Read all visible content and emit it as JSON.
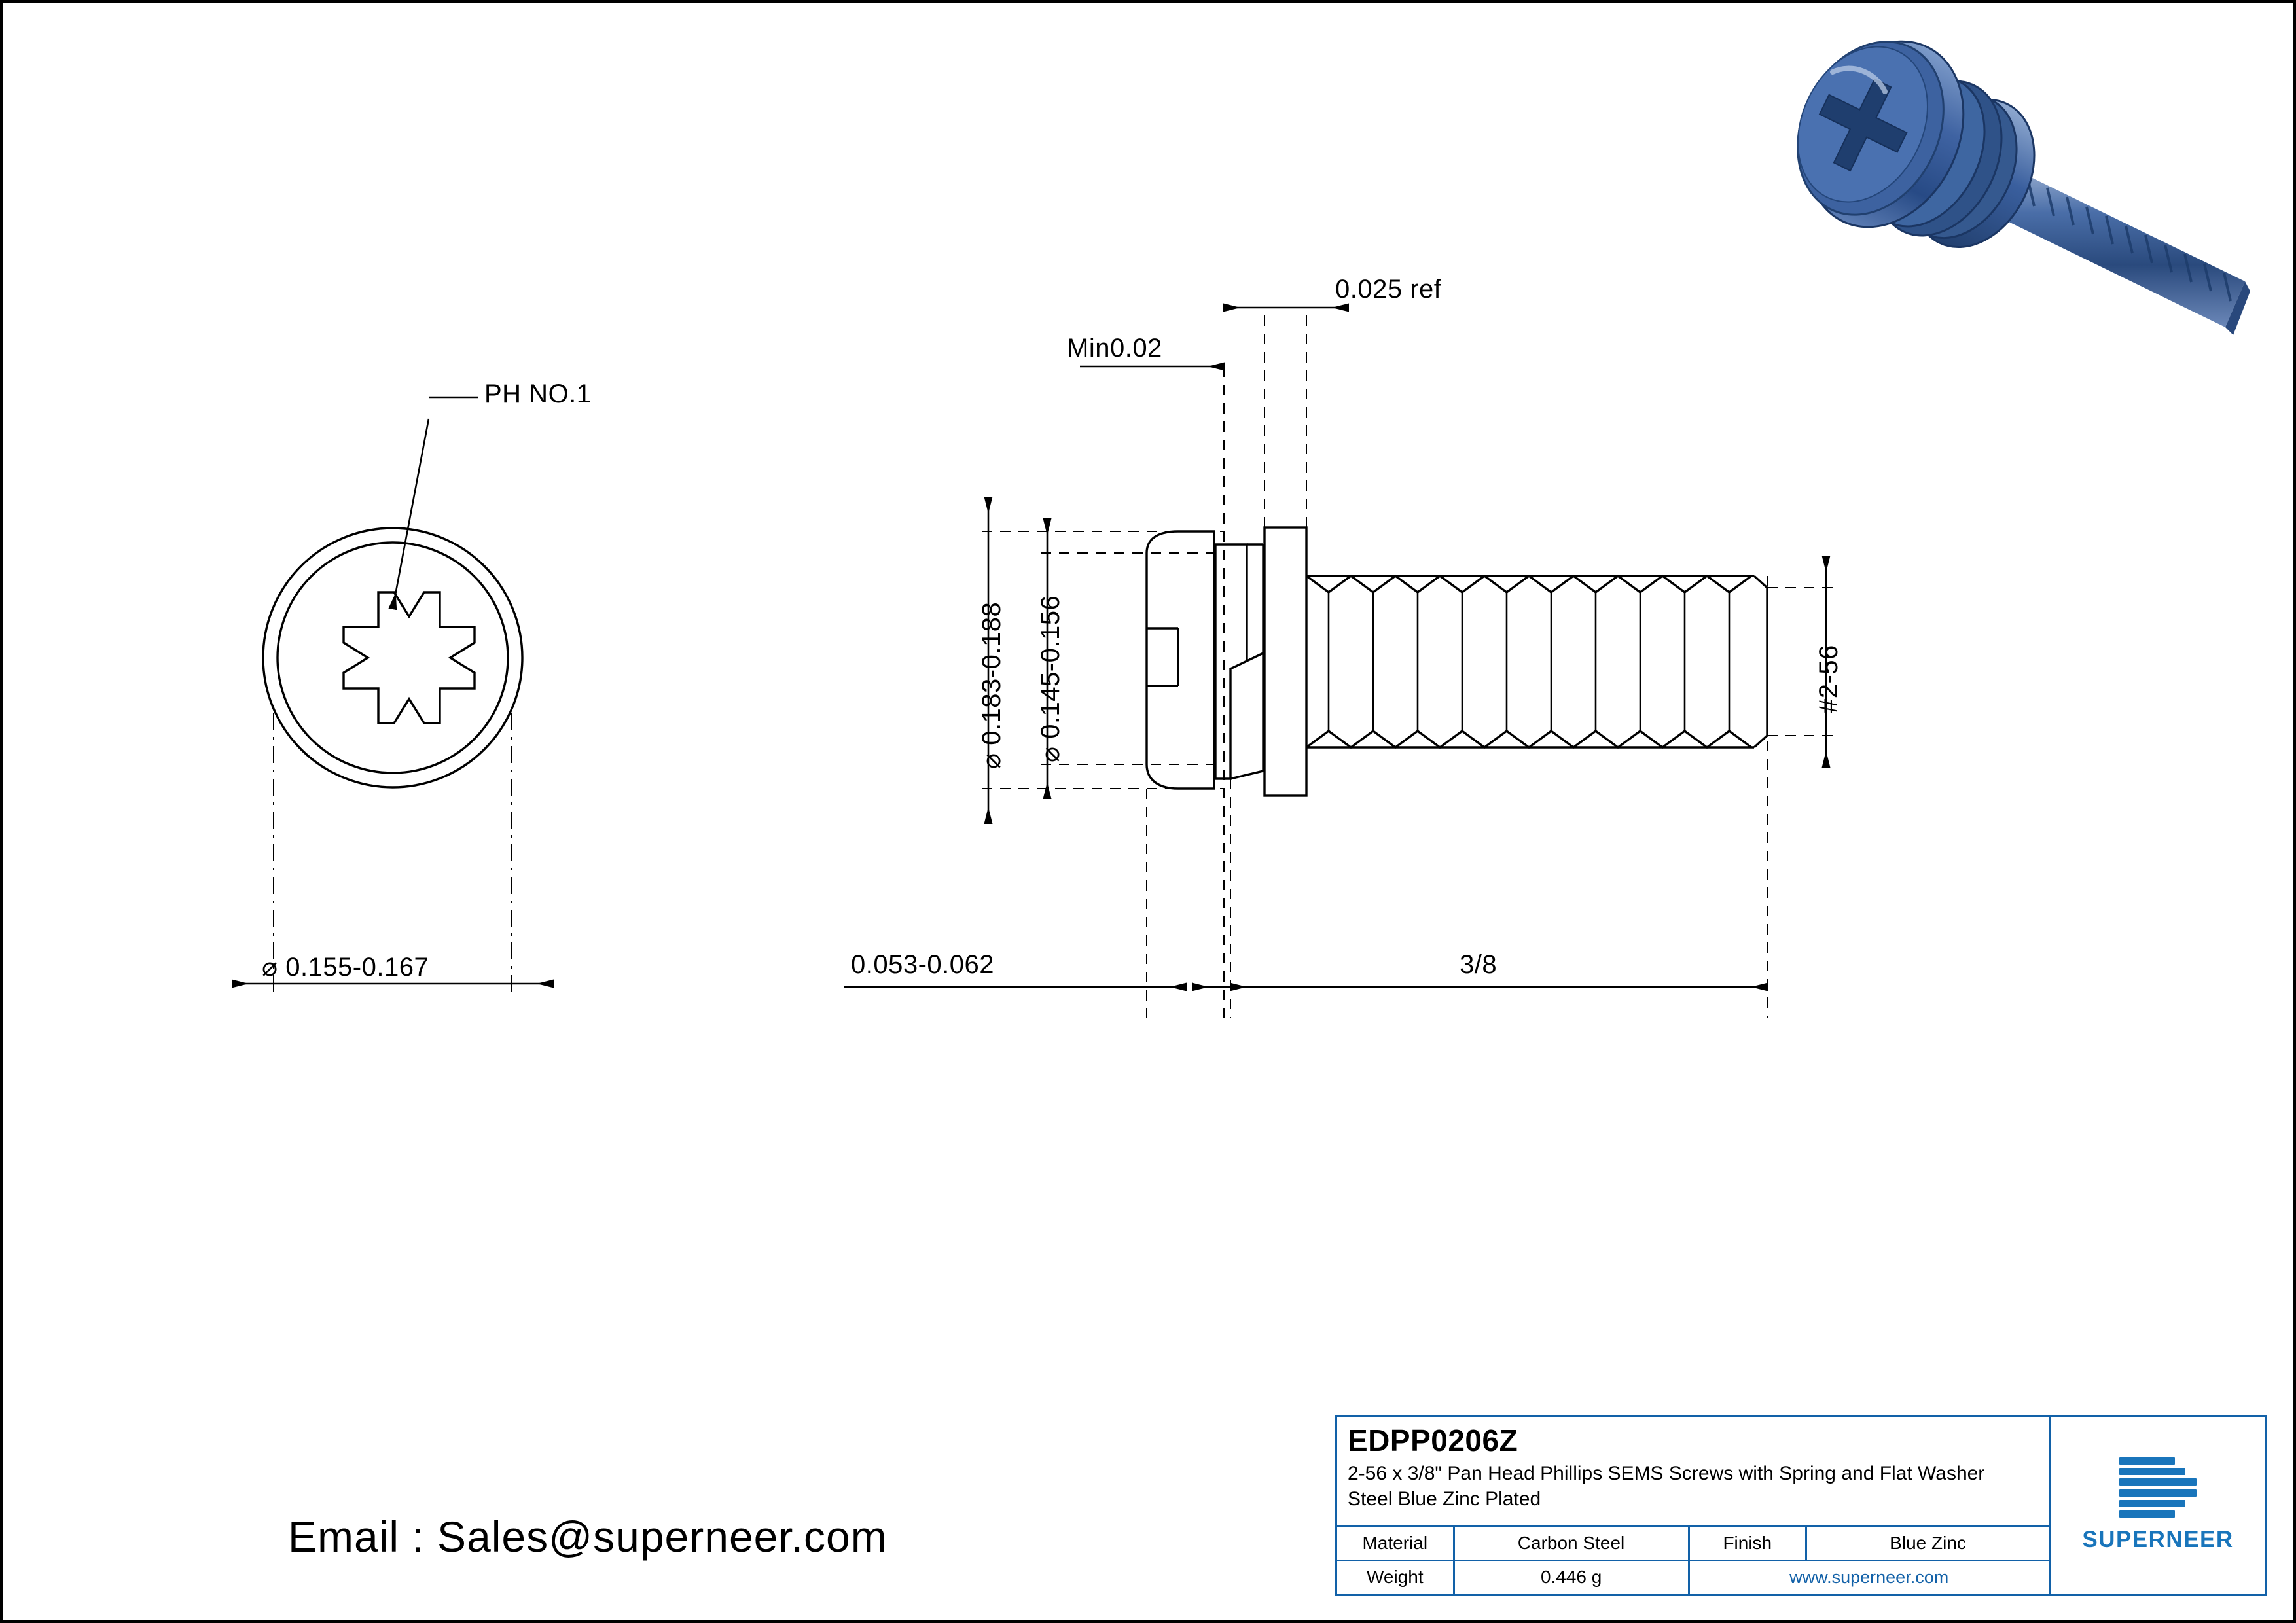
{
  "drawing": {
    "front_view": {
      "leader_label": "PH NO.1",
      "head_diameter_dim": "⌀ 0.155-0.167"
    },
    "side_view": {
      "washer_thickness_dim": "0.025 ref",
      "min_dim": "Min0.02",
      "flat_washer_od_dim": "⌀ 0.183-0.188",
      "head_diameter_dim": "⌀ 0.145-0.156",
      "head_height_dim": "0.053-0.062",
      "thread_length_dim": "3/8",
      "thread_size_dim": "#2-56"
    }
  },
  "email": {
    "text": "Email : Sales@superneer.com"
  },
  "titleblock": {
    "part_code": "EDPP0206Z",
    "description": "2-56 x 3/8\" Pan Head Phillips SEMS Screws with Spring and Flat Washer Steel Blue Zinc Plated",
    "rows": [
      {
        "label": "Material",
        "value": "Carbon Steel",
        "label2": "Finish",
        "value2": "Blue Zinc"
      },
      {
        "label": "Weight",
        "value": "0.446 g",
        "label2": "",
        "value2": "www.superneer.com"
      }
    ],
    "brand": "SUPERNEER",
    "website": "www.superneer.com",
    "accent_color": "#1975bb",
    "border_color": "#1261a8"
  }
}
